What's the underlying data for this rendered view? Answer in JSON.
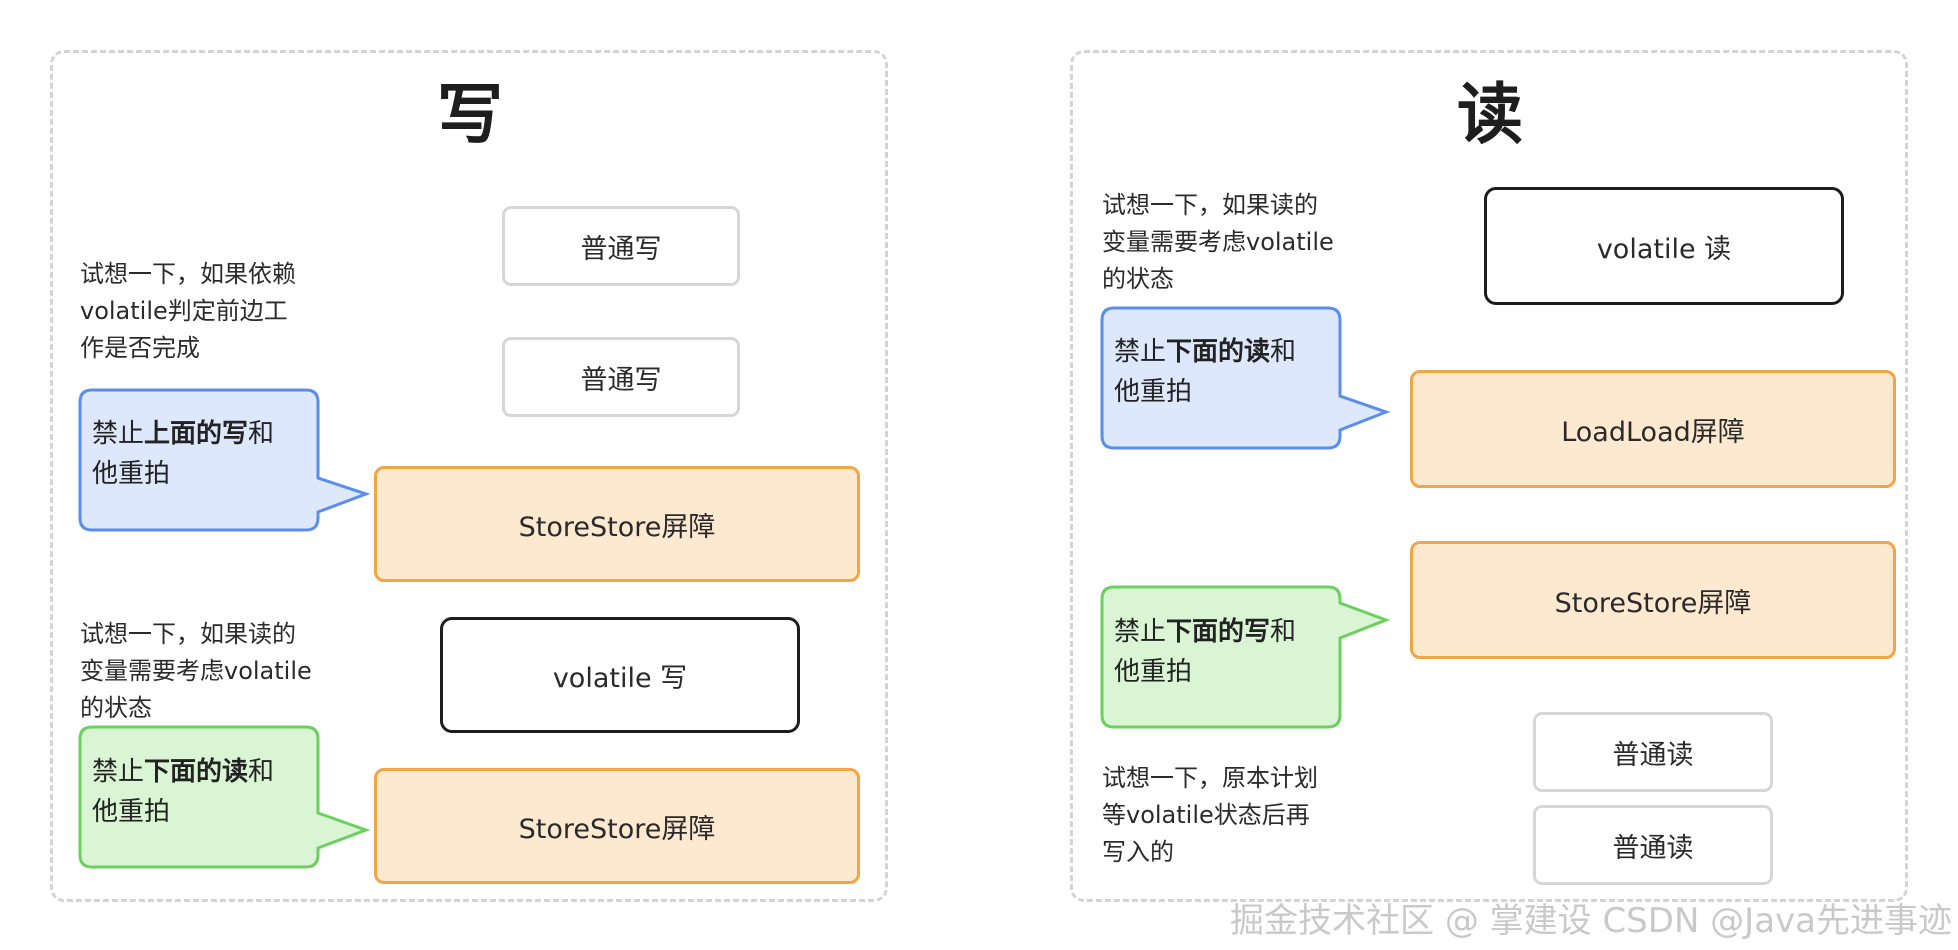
{
  "write": {
    "title": "写",
    "box_normal_1": "普通写",
    "box_normal_2": "普通写",
    "box_barrier_1": "StoreStore屏障",
    "box_volatile": "volatile 写",
    "box_barrier_2": "StoreStore屏障",
    "note_1": [
      "试想一下，如果依赖",
      "volatile判定前边工",
      "作是否完成"
    ],
    "callout_1": {
      "prefix": "禁止",
      "bold": "上面的写",
      "suffix": "和",
      "line2": "他重拍"
    },
    "note_2": [
      "试想一下，如果读的",
      "变量需要考虑volatile",
      "的状态"
    ],
    "callout_2": {
      "prefix": "禁止",
      "bold": "下面的读",
      "suffix": "和",
      "line2": "他重拍"
    }
  },
  "read": {
    "title": "读",
    "box_volatile": "volatile 读",
    "box_barrier_1": "LoadLoad屏障",
    "box_barrier_2": "StoreStore屏障",
    "box_normal_1": "普通读",
    "box_normal_2": "普通读",
    "note_1": [
      "试想一下，如果读的",
      "变量需要考虑volatile",
      "的状态"
    ],
    "callout_1": {
      "prefix": "禁止",
      "bold": "下面的读",
      "suffix": "和",
      "line2": "他重拍"
    },
    "callout_2": {
      "prefix": "禁止",
      "bold": "下面的写",
      "suffix": "和",
      "line2": "他重拍"
    },
    "note_2": [
      "试想一下，原本计划",
      "等volatile状态后再",
      "写入的"
    ]
  },
  "watermark": "掘金技术社区 @ 掌建设 CSDN @Java先进事迹",
  "colors": {
    "blue_fill": "#dde8fc",
    "blue_stroke": "#5b8def",
    "green_fill": "#d9f5d4",
    "green_stroke": "#6ccf5f",
    "barrier_fill": "#fde8d0",
    "barrier_stroke": "#f2a544"
  }
}
